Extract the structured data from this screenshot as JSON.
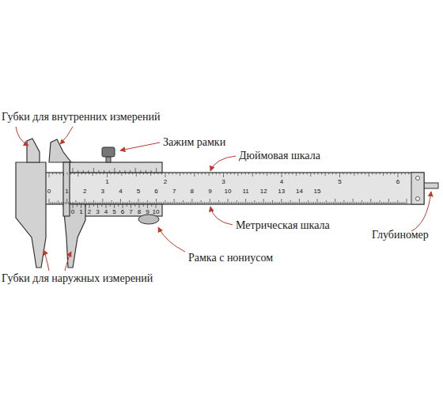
{
  "diagram": {
    "labels": [
      "Губки для внутренних измерений",
      "Зажим рамки",
      "Дюймовая шкала",
      "Метрическая шкала",
      "Рамка с нониусом",
      "Глубиномер",
      "Губки для наружных измерений",
      "0",
      "1",
      "2",
      "3",
      "4",
      "5",
      "6",
      "7",
      "8",
      "9",
      "10",
      "11",
      "12",
      "13",
      "14",
      "15",
      "1",
      "2",
      "3",
      "4",
      "5",
      "6",
      "0",
      "1",
      "2",
      "3",
      "4",
      "5",
      "6",
      "7",
      "8",
      "9",
      "10"
    ]
  }
}
